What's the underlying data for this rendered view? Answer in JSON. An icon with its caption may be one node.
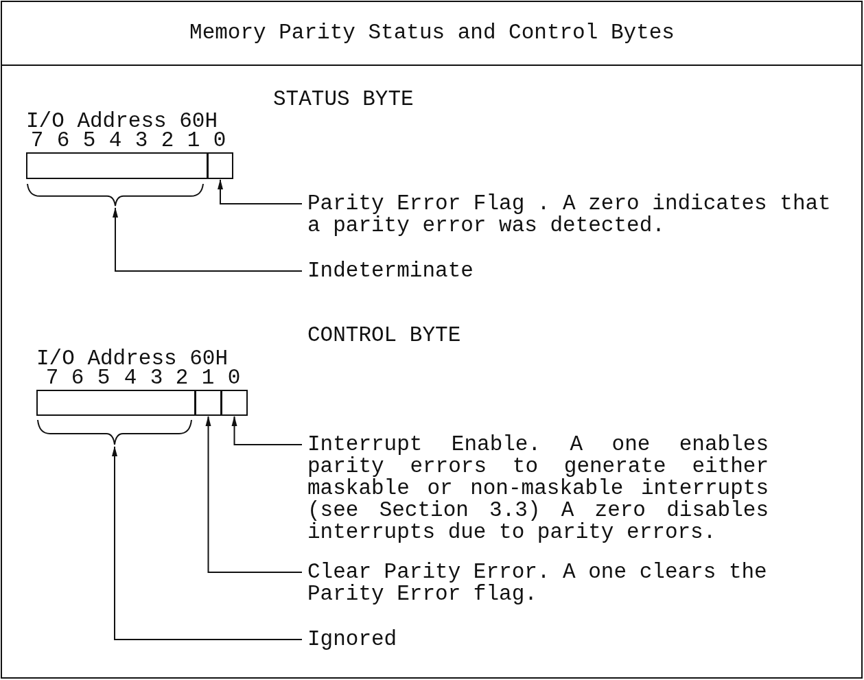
{
  "diagram": {
    "title": "Memory Parity Status and Control Bytes",
    "nodes": [
      {
        "text": [],
        "shape": "box"
      },
      {
        "text": [],
        "shape": "box"
      },
      {
        "text": [],
        "shape": "brace"
      },
      {
        "text": [
          "Parity Error Flag . A zero indicates that a parity error was detected."
        ]
      },
      {
        "text": [
          "Indeterminate"
        ]
      },
      {
        "text": [],
        "shape": "box"
      },
      {
        "text": [],
        "shape": "box"
      },
      {
        "text": [],
        "shape": "box"
      },
      {
        "text": [],
        "shape": "brace"
      },
      {
        "text": [
          "Interrupt Enable. A one enables parity errors to generate either maskable or non-maskable interrupts (see Section 3.3) A zero disables interrupts due to parity errors."
        ]
      },
      {
        "text": [
          "Clear Parity Error. A one clears the Parity Error flag."
        ]
      },
      {
        "text": [
          "Ignored"
        ]
      }
    ],
    "edges": [
      {
        "from": 3,
        "to": 1,
        "arrow": "to"
      },
      {
        "from": 4,
        "to": 2,
        "arrow": "to"
      },
      {
        "from": 9,
        "to": 7,
        "arrow": "to"
      },
      {
        "from": 10,
        "to": 6,
        "arrow": "to"
      },
      {
        "from": 11,
        "to": 8,
        "arrow": "to"
      }
    ],
    "labels": [
      "STATUS BYTE",
      "I/O Address 60H",
      "7",
      "6",
      "5",
      "4",
      "3",
      "2",
      "1",
      "0",
      "CONTROL BYTE",
      "I/O Address 60H",
      "7",
      "6",
      "5",
      "4",
      "3",
      "2",
      "1",
      "0"
    ]
  }
}
